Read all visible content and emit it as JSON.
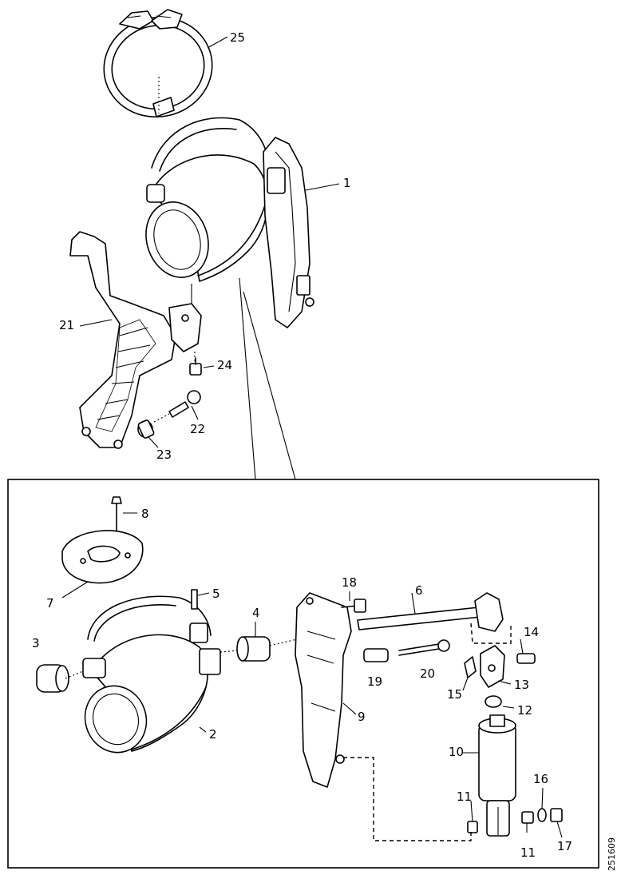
{
  "figure_code": "251609",
  "labels": {
    "p1": "1",
    "p2": "2",
    "p3": "3",
    "p4": "4",
    "p5": "5",
    "p6": "6",
    "p7": "7",
    "p8": "8",
    "p9": "9",
    "p10": "10",
    "p11a": "11",
    "p11b": "11",
    "p12": "12",
    "p13": "13",
    "p14": "14",
    "p15": "15",
    "p16": "16",
    "p17": "17",
    "p18": "18",
    "p19": "19",
    "p20": "20",
    "p21": "21",
    "p22": "22",
    "p23": "23",
    "p24": "24",
    "p25": "25"
  }
}
